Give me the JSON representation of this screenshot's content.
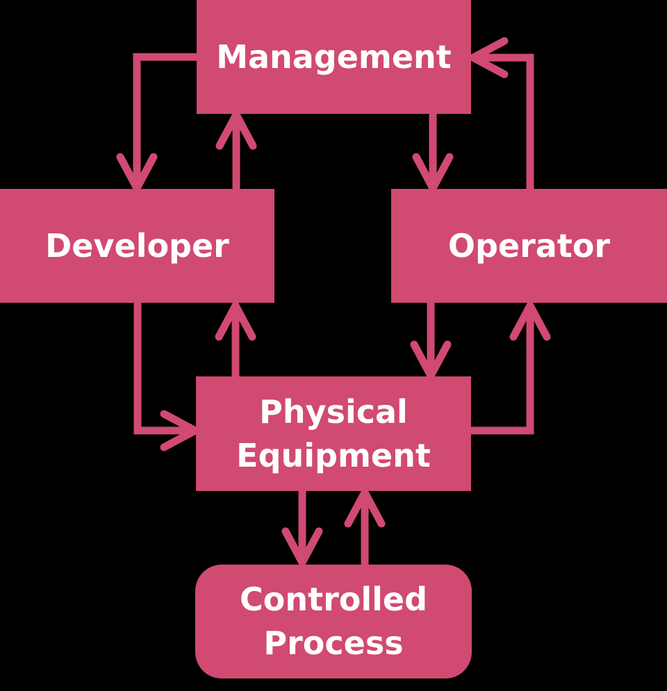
{
  "diagram": {
    "type": "control-structure",
    "colors": {
      "background": "#000000",
      "node_fill": "#d04a72",
      "arrow": "#d04a72",
      "label_text": "#ffffff"
    },
    "nodes": [
      {
        "id": "management",
        "label": "Management",
        "shape": "rectangle"
      },
      {
        "id": "developer",
        "label": "Developer",
        "shape": "rectangle"
      },
      {
        "id": "operator",
        "label": "Operator",
        "shape": "rectangle"
      },
      {
        "id": "physical-equipment",
        "label": "Physical Equipment",
        "label_lines": [
          "Physical",
          "Equipment"
        ],
        "shape": "rectangle"
      },
      {
        "id": "controlled-process",
        "label": "Controlled Process",
        "label_lines": [
          "Controlled",
          "Process"
        ],
        "shape": "rounded-rectangle"
      }
    ],
    "edges": [
      {
        "from": "management",
        "to": "developer"
      },
      {
        "from": "developer",
        "to": "management"
      },
      {
        "from": "management",
        "to": "operator"
      },
      {
        "from": "operator",
        "to": "management"
      },
      {
        "from": "developer",
        "to": "physical-equipment"
      },
      {
        "from": "physical-equipment",
        "to": "developer"
      },
      {
        "from": "operator",
        "to": "physical-equipment"
      },
      {
        "from": "physical-equipment",
        "to": "operator"
      },
      {
        "from": "physical-equipment",
        "to": "controlled-process"
      },
      {
        "from": "controlled-process",
        "to": "physical-equipment"
      }
    ]
  }
}
